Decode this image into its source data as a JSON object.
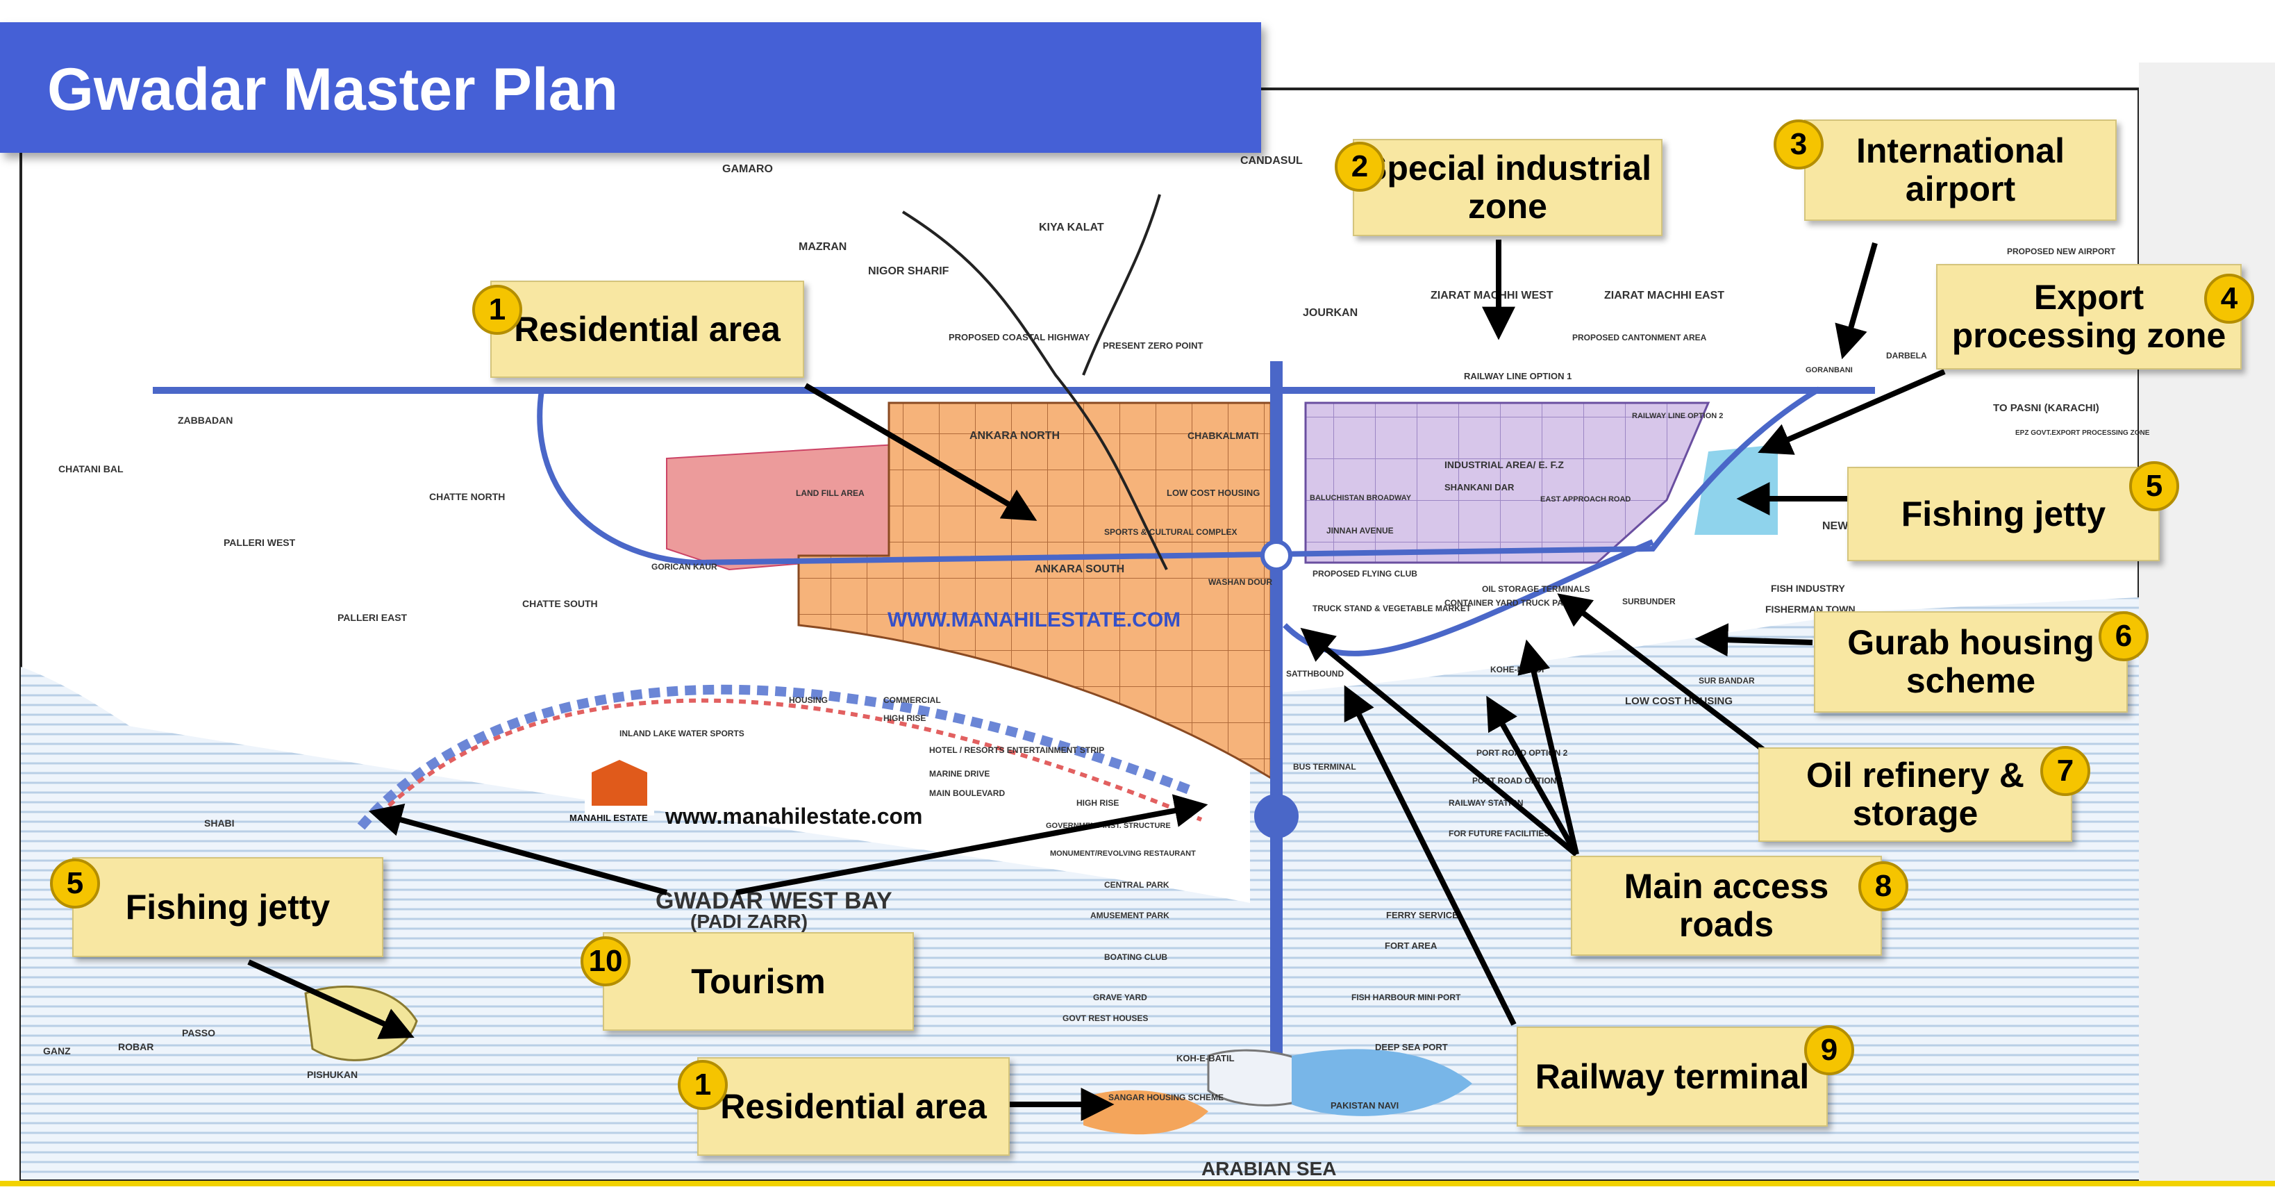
{
  "header": {
    "title": "Gwadar Master Plan"
  },
  "watermark": {
    "upper": "WWW.MANAHILESTATE.COM",
    "lower": "www.manahilestate.com",
    "logo_text": "MANAHIL ESTATE"
  },
  "callouts": [
    {
      "id": "c1",
      "number": "1",
      "text": "Residential area"
    },
    {
      "id": "c2",
      "number": "2",
      "text": "Special industrial zone"
    },
    {
      "id": "c3",
      "number": "3",
      "text": "International airport"
    },
    {
      "id": "c4",
      "number": "4",
      "text": "Export processing zone"
    },
    {
      "id": "c5",
      "number": "5",
      "text": "Fishing jetty"
    },
    {
      "id": "c6",
      "number": "6",
      "text": "Gurab housing scheme"
    },
    {
      "id": "c7",
      "number": "7",
      "text": "Oil refinery & storage"
    },
    {
      "id": "c8",
      "number": "8",
      "text": "Main access roads"
    },
    {
      "id": "c9",
      "number": "9",
      "text": "Railway terminal"
    },
    {
      "id": "c10",
      "number": "10",
      "text": "Tourism"
    },
    {
      "id": "c11",
      "number": "5",
      "text": "Fishing jetty"
    },
    {
      "id": "c12",
      "number": "1",
      "text": "Residential area"
    }
  ],
  "map_labels": {
    "gamaro": "GAMARO",
    "mazran": "MAZRAN",
    "nigor_sharif": "NIGOR SHARIF",
    "kiya_kalat": "KIYA KALAT",
    "candasul": "CANDASUL",
    "jourkan": "JOURKAN",
    "ziarat_west": "ZIARAT MACHHI WEST",
    "ziarat_east": "ZIARAT MACHHI EAST",
    "proposed_new_airport": "PROPOSED NEW AIRPORT",
    "zabbadan": "ZABBADAN",
    "chatani_bal": "CHATANI BAL",
    "chatte_north": "CHATTE NORTH",
    "palleri_west": "PALLERI WEST",
    "palleri_east": "PALLERI EAST",
    "chatte_south": "CHATTE SOUTH",
    "ankara_north": "ANKARA NORTH",
    "ankara_south": "ANKARA SOUTH",
    "chabkalmati": "CHABKALMATI",
    "land_fill": "LAND FILL AREA",
    "low_cost_housing": "LOW COST HOUSING",
    "sports_complex": "SPORTS & CULTURAL COMPLEX",
    "industrial_area": "INDUSTRIAL AREA/ E. F.Z",
    "shankani_dar": "SHANKANI DAR",
    "balochistan_broadway": "BALUCHISTAN BROADWAY",
    "jinnah_avenue": "JINNAH AVENUE",
    "east_approach": "EAST APPROACH ROAD",
    "railway_option1": "RAILWAY LINE OPTION 1",
    "railway_option2": "RAILWAY LINE OPTION 2",
    "proposed_cantonment": "PROPOSED CANTONMENT AREA",
    "proposed_coastal_highway": "PROPOSED COASTAL HIGHWAY",
    "present_zero_point": "PRESENT ZERO POINT",
    "to_pasni": "TO PASNI (KARACHI)",
    "goranbani": "GORANBANI",
    "darbela": "DARBELA",
    "epz": "EPZ GOVT.EXPORT PROCESSING ZONE",
    "fish_industry": "FISH INDUSTRY",
    "fisherman_town": "FISHERMAN TOWN",
    "surbunder": "SURBUNDER",
    "sur_bandar": "SUR BANDAR",
    "low_cost_housing2": "LOW COST HOUSING",
    "oil_storage": "OIL STORAGE TERMINALS",
    "container_yard": "CONTAINER YARD TRUCK PARKING",
    "kohe_mehdi": "KOHE-MEHDI",
    "proposed_flying_club": "PROPOSED FLYING CLUB",
    "truck_stand": "TRUCK STAND & VEGETABLE MARKET",
    "washan_dour": "WASHAN DOUR",
    "gorican_kaur": "GORICAN KAUR",
    "housing": "HOUSING",
    "commercial": "COMMERCIAL",
    "high_rise": "HIGH RISE",
    "hotel_resorts": "HOTEL / RESORTS ENTERTAINMENT STRIP",
    "marine_drive": "MARINE DRIVE",
    "main_boulevard": "MAIN BOULEVARD",
    "inland_lake": "INLAND LAKE WATER SPORTS",
    "high_rise2": "HIGH RISE",
    "govt_structure": "GOVERNMENT INST. STRUCTURE",
    "monument": "MONUMENT/REVOLVING RESTAURANT",
    "central_park": "CENTRAL PARK",
    "amusement_park": "AMUSEMENT PARK",
    "boating_club": "BOATING CLUB",
    "grave_yard": "GRAVE YARD",
    "govt_rest": "GOVT REST HOUSES",
    "koh_e_batil": "KOH-E-BATIL",
    "sangar": "SANGAR HOUSING SCHEME",
    "pakistan_navi": "PAKISTAN NAVI",
    "deep_sea_port": "DEEP SEA PORT",
    "fish_harbour": "FISH HARBOUR MINI PORT",
    "ferry_service": "FERRY SERVICE",
    "fort_area": "FORT AREA",
    "bus_terminal": "BUS TERMINAL",
    "satthbound": "SATTHBOUND",
    "port_road_2": "PORT ROAD OPTION 2",
    "port_road_1": "PORT ROAD OPTION 1",
    "railway_station": "RAILWAY STATION",
    "for_future": "FOR FUTURE FACILITIES",
    "shabi": "SHABI",
    "passo": "PASSO",
    "robar": "ROBAR",
    "ganz": "GANZ",
    "pishukan": "PISHUKAN",
    "gwadar_west_bay": "GWADAR WEST BAY",
    "padi_zarr": "(PADI ZARR)",
    "arabian_sea": "ARABIAN SEA",
    "new_jetty": "NEW JETTY"
  },
  "colors": {
    "title_bg": "#4560d6",
    "callout_bg": "#f8e7a2",
    "badge": "#f5c400",
    "sea": "#e8f1fa",
    "sea_line": "#b9cfe6",
    "residential": "#f6b37a",
    "industrial": "#cbb6e3",
    "landfill": "#ec9b9b",
    "road": "#4a67c8",
    "accent": "#f2d200"
  }
}
